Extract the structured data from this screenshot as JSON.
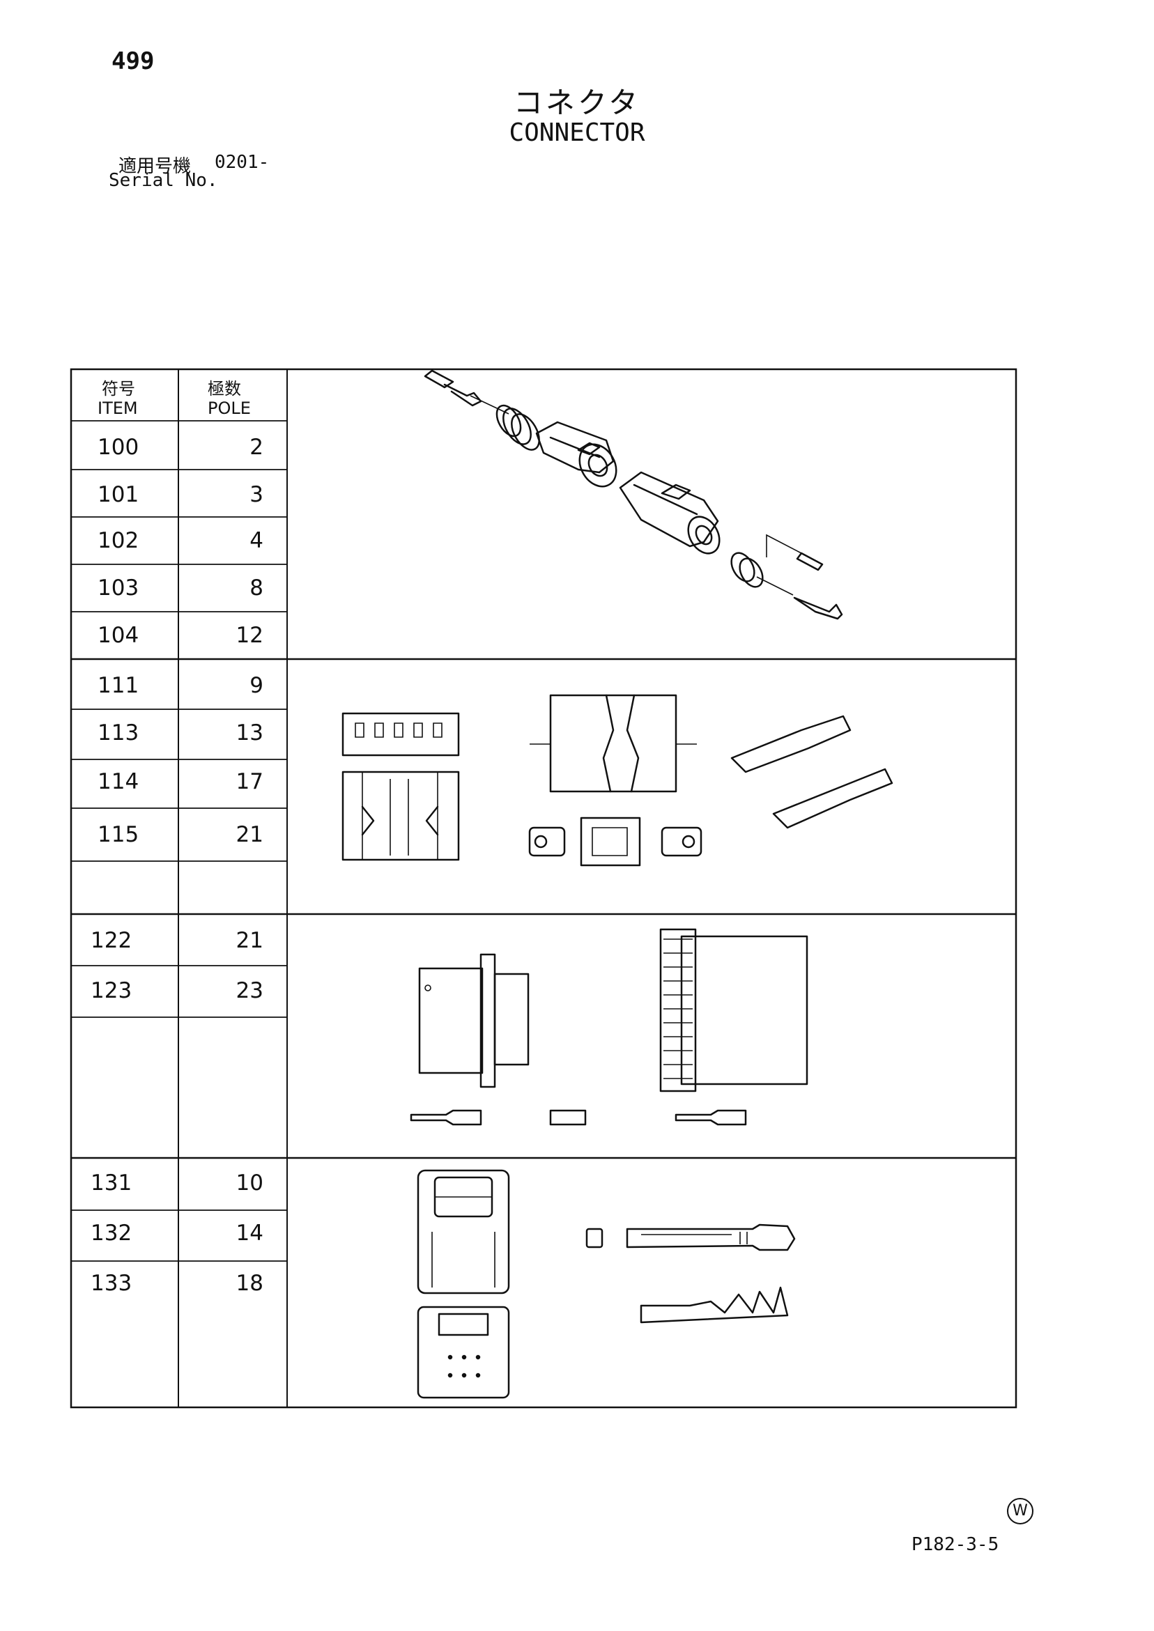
{
  "page": {
    "number": "499",
    "title_jp": "コネクタ",
    "title_en": "CONNECTOR",
    "serial_label_jp": "適用号機",
    "serial_value": "0201-",
    "serial_label_en": "Serial No.",
    "footer_mark": "W",
    "footer_code": "P182-3-5"
  },
  "table": {
    "headers": {
      "item_jp": "符号",
      "item_en": "ITEM",
      "pole_jp": "極数",
      "pole_en": "POLE"
    },
    "groups": [
      {
        "illustration": "round-sealed-connector-exploded-icon",
        "rows": [
          {
            "item": "100",
            "pole": "2"
          },
          {
            "item": "101",
            "pole": "3"
          },
          {
            "item": "102",
            "pole": "4"
          },
          {
            "item": "103",
            "pole": "8"
          },
          {
            "item": "104",
            "pole": "12"
          }
        ]
      },
      {
        "illustration": "rectangular-connector-housing-icon",
        "rows": [
          {
            "item": "111",
            "pole": "9"
          },
          {
            "item": "113",
            "pole": "13"
          },
          {
            "item": "114",
            "pole": "17"
          },
          {
            "item": "115",
            "pole": "21"
          },
          {
            "item": "",
            "pole": ""
          }
        ]
      },
      {
        "illustration": "circular-bayonet-connector-icon",
        "rows": [
          {
            "item": "122",
            "pole": "21"
          },
          {
            "item": "123",
            "pole": "23"
          },
          {
            "item": "",
            "pole": ""
          }
        ]
      },
      {
        "illustration": "latched-housing-connector-icon",
        "rows": [
          {
            "item": "131",
            "pole": "10"
          },
          {
            "item": "132",
            "pole": "14"
          },
          {
            "item": "133",
            "pole": "18"
          },
          {
            "item": "",
            "pole": ""
          }
        ]
      }
    ]
  }
}
